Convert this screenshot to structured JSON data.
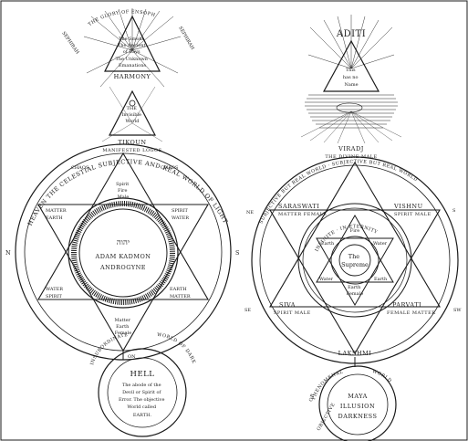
{
  "left": {
    "top_arc": "THE GLORY OF ENSOPH",
    "sephirah_left": "SEPHIRAH",
    "sephirah_right": "SEPHIRAH",
    "triangle_lines": [
      "The Smoke",
      "The Ancient",
      "of Days",
      "The Unknown",
      "Emanations"
    ],
    "harmony": "HARMONY",
    "small_triangle_lines": [
      "THE",
      "Invisible",
      "World"
    ],
    "tiferet": "TIKOUN",
    "manifested_logos": "MANIFESTED LOGOS",
    "outer_ring_text": "HEAVEN THE CELESTIAL SUBJECTIVE AND REAL WORLD OF LIGHT",
    "chaos_left": "CHAOS",
    "chaos_right": "CHAOS",
    "spirit_fire": [
      "Spirit",
      "Fire",
      "Male"
    ],
    "matter_earth": [
      "MATTER",
      "EARTH"
    ],
    "spirit_water": [
      "SPIRIT",
      "WATER"
    ],
    "hebrew": "יהוה",
    "adam_kadmon": "ADAM KADMON",
    "androgyne": "ANDROGYNE",
    "water_spirit": [
      "WATER",
      "SPIRIT"
    ],
    "earth_matter": [
      "EARTH",
      "MATTER"
    ],
    "matter_earth_female": [
      "Matter",
      "Earth",
      "Female"
    ],
    "north": "N",
    "south": "S",
    "on": "ON",
    "hell_arc_left": "INSUBORDINATED",
    "hell_arc_right": "WORLD OF DARKNESS",
    "hell": "HELL",
    "hell_lines": [
      "The abode of the",
      "Devil or Spirit of",
      "Error. The objective",
      "World called",
      "EARTH."
    ]
  },
  "right": {
    "aditi": "ADITI",
    "triangle_lines": [
      "This",
      "has no",
      "Name"
    ],
    "viradj": "VIRADJ",
    "divine_male": "THE DIVINE MALE",
    "outer_ring_text": "SUBJECTIVE BUT REAL WORLD · SUBJECTIVE BUT REAL WORLD",
    "ne": "NE",
    "s": "S",
    "se": "SE",
    "sw": "SW",
    "saraswati": "SARASWATI",
    "matter_female": "MATTER FEMALE",
    "vishnu": "VISHNU",
    "spirit_male_r": "SPIRIT MALE",
    "fire": "Fire",
    "earth_in": "Earth",
    "water_in": "Water",
    "the_supreme": [
      "The",
      "Supreme"
    ],
    "water_low": "Water",
    "earth_low": "Earth",
    "earth_bottom": [
      "Earth",
      "Female"
    ],
    "inner_ring": "INFINITE · IN ETERNITY",
    "siva": "SIVA",
    "spirit_male": "SPIRIT MALE",
    "parvati": "PARVATI",
    "female_matter": "FEMALE MATTER",
    "lakshmi": "LAKSHMI",
    "phenomenal_left": "PHENOMENAL",
    "phenomenal_right": "WORLD",
    "objective": "OBJECTIVE",
    "on": "OR",
    "maya": "MAYA",
    "illusion": "ILLUSION",
    "darkness": "DARKNESS"
  }
}
